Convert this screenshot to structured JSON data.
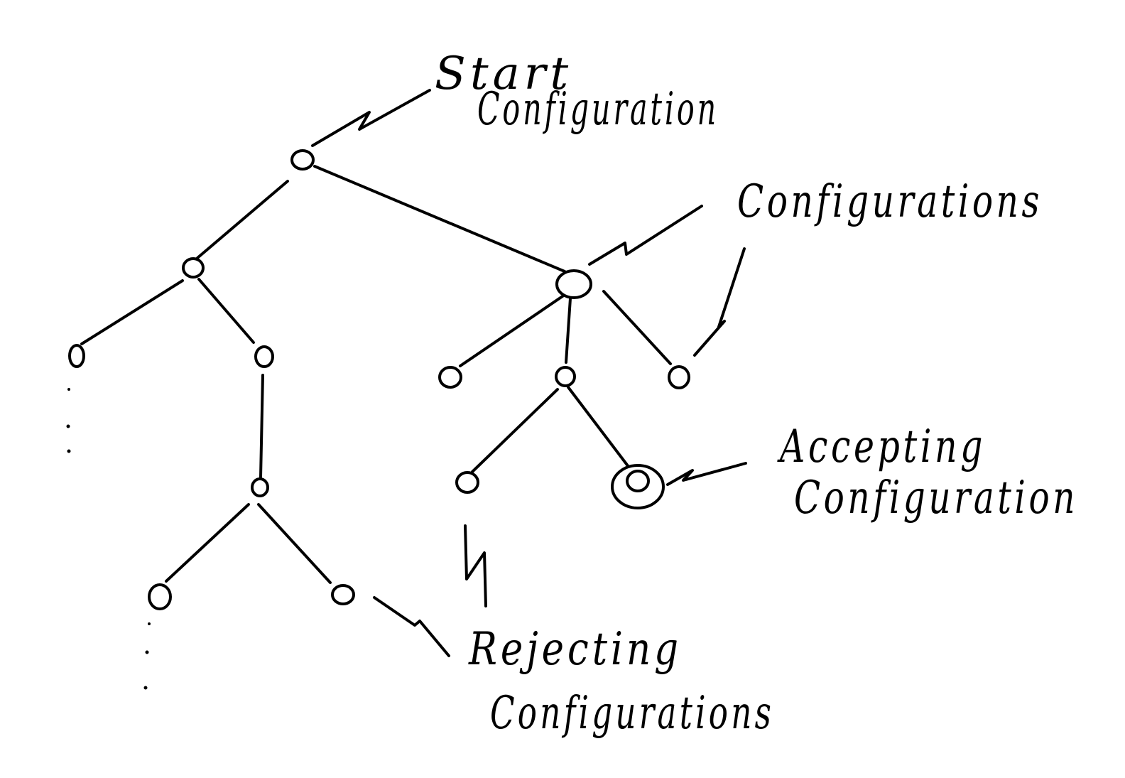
{
  "labels": {
    "start_line1": "Start",
    "start_line2": "Configuration",
    "configurations": "Configurations",
    "accepting_line1": "Accepting",
    "accepting_line2": "Configuration",
    "rejecting_line1": "Rejecting",
    "rejecting_line2": "Configurations"
  },
  "colors": {
    "ink": "#000000",
    "paper": "#ffffff"
  }
}
